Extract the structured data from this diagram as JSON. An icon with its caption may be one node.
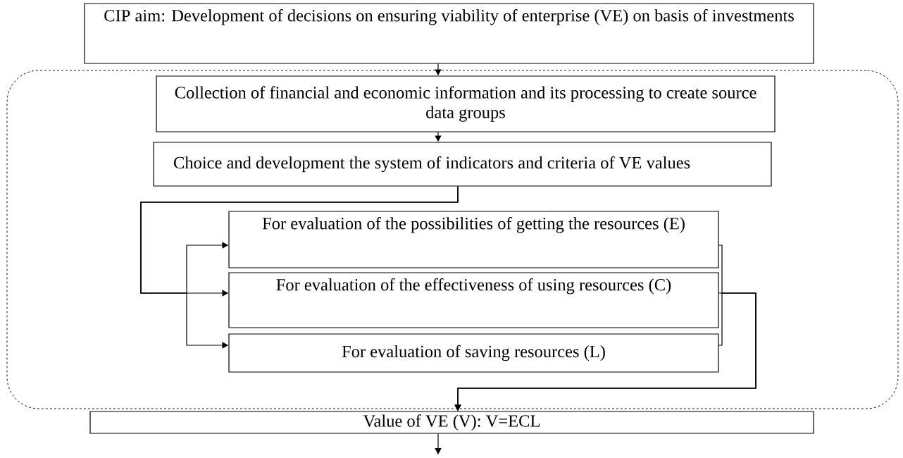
{
  "diagram": {
    "nodes": [
      {
        "text": [
          "CIP aim: Development of decisions on ensuring viability of enterprise (VE) on basis of investments"
        ]
      },
      {
        "text": [],
        "shape": "box"
      },
      {
        "text": [
          "Collection of financial and economic information and its processing to create source data groups"
        ],
        "in": 1
      },
      {
        "text": [
          "Choice and development the system of indicators and criteria of VE values"
        ],
        "in": 1
      },
      {
        "text": [
          "For evaluation of the possibilities of getting the resources (E)"
        ],
        "in": 1
      },
      {
        "text": [
          "For evaluation of the effectiveness of using resources (C)"
        ],
        "in": 1
      },
      {
        "text": [
          "For evaluation of saving resources (L)"
        ],
        "in": 1
      },
      {
        "text": [
          "Value of VE (V): V=ECL"
        ]
      }
    ],
    "edges": [
      {
        "from": 0,
        "to": 2,
        "arrow": "to"
      },
      {
        "from": 2,
        "to": 3,
        "arrow": "to"
      },
      {
        "from": 3,
        "to": 4,
        "arrow": "to"
      },
      {
        "from": 3,
        "to": 5,
        "arrow": "to"
      },
      {
        "from": 3,
        "to": 6,
        "arrow": "to"
      },
      {
        "from": 4,
        "to": 7,
        "arrow": "to"
      },
      {
        "from": 5,
        "to": 7,
        "arrow": "to"
      },
      {
        "from": 6,
        "to": 7,
        "arrow": "to"
      },
      {
        "from": 7,
        "to": null,
        "arrow": "to"
      }
    ]
  }
}
